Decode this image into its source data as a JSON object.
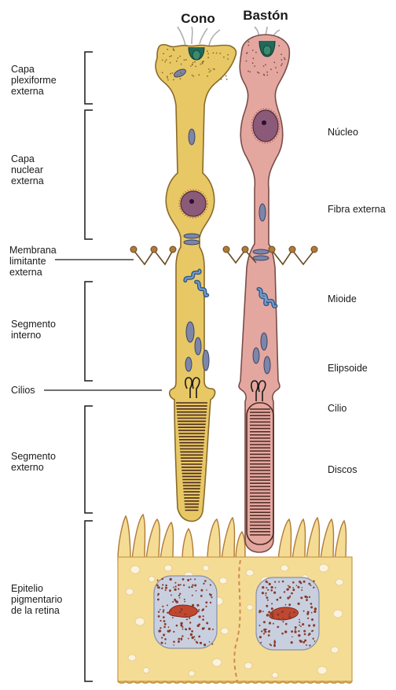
{
  "header": {
    "cone": "Cono",
    "rod": "Bastón"
  },
  "left_labels": {
    "outer_plexiform": [
      "Capa",
      "plexiforme",
      "externa"
    ],
    "outer_nuclear": [
      "Capa",
      "nuclear",
      "externa"
    ],
    "outer_limiting_membrane": [
      "Membrana",
      "limitante",
      "externa"
    ],
    "inner_segment": [
      "Segmento",
      "interno"
    ],
    "cilia": [
      "Cilios"
    ],
    "outer_segment": [
      "Segmento",
      "externo"
    ],
    "pigment_epithelium": [
      "Epitelio",
      "pigmentario",
      "de la retina"
    ]
  },
  "right_labels": {
    "nucleus": "Núcleo",
    "outer_fiber": "Fibra externa",
    "myoid": "Mioide",
    "ellipsoid": "Elipsoide",
    "cilium": "Cilio",
    "discs": "Discos"
  },
  "colors": {
    "cone_fill": "#e8c864",
    "cone_stroke": "#8a6a2a",
    "rod_fill": "#e4a7a0",
    "rod_stroke": "#7a4c48",
    "epithelium_fill": "#f5dc94",
    "mitochondria": "#7d86a8",
    "nucleus_fill": "#8a5a78",
    "disc_stroke": "#4a2a20"
  }
}
